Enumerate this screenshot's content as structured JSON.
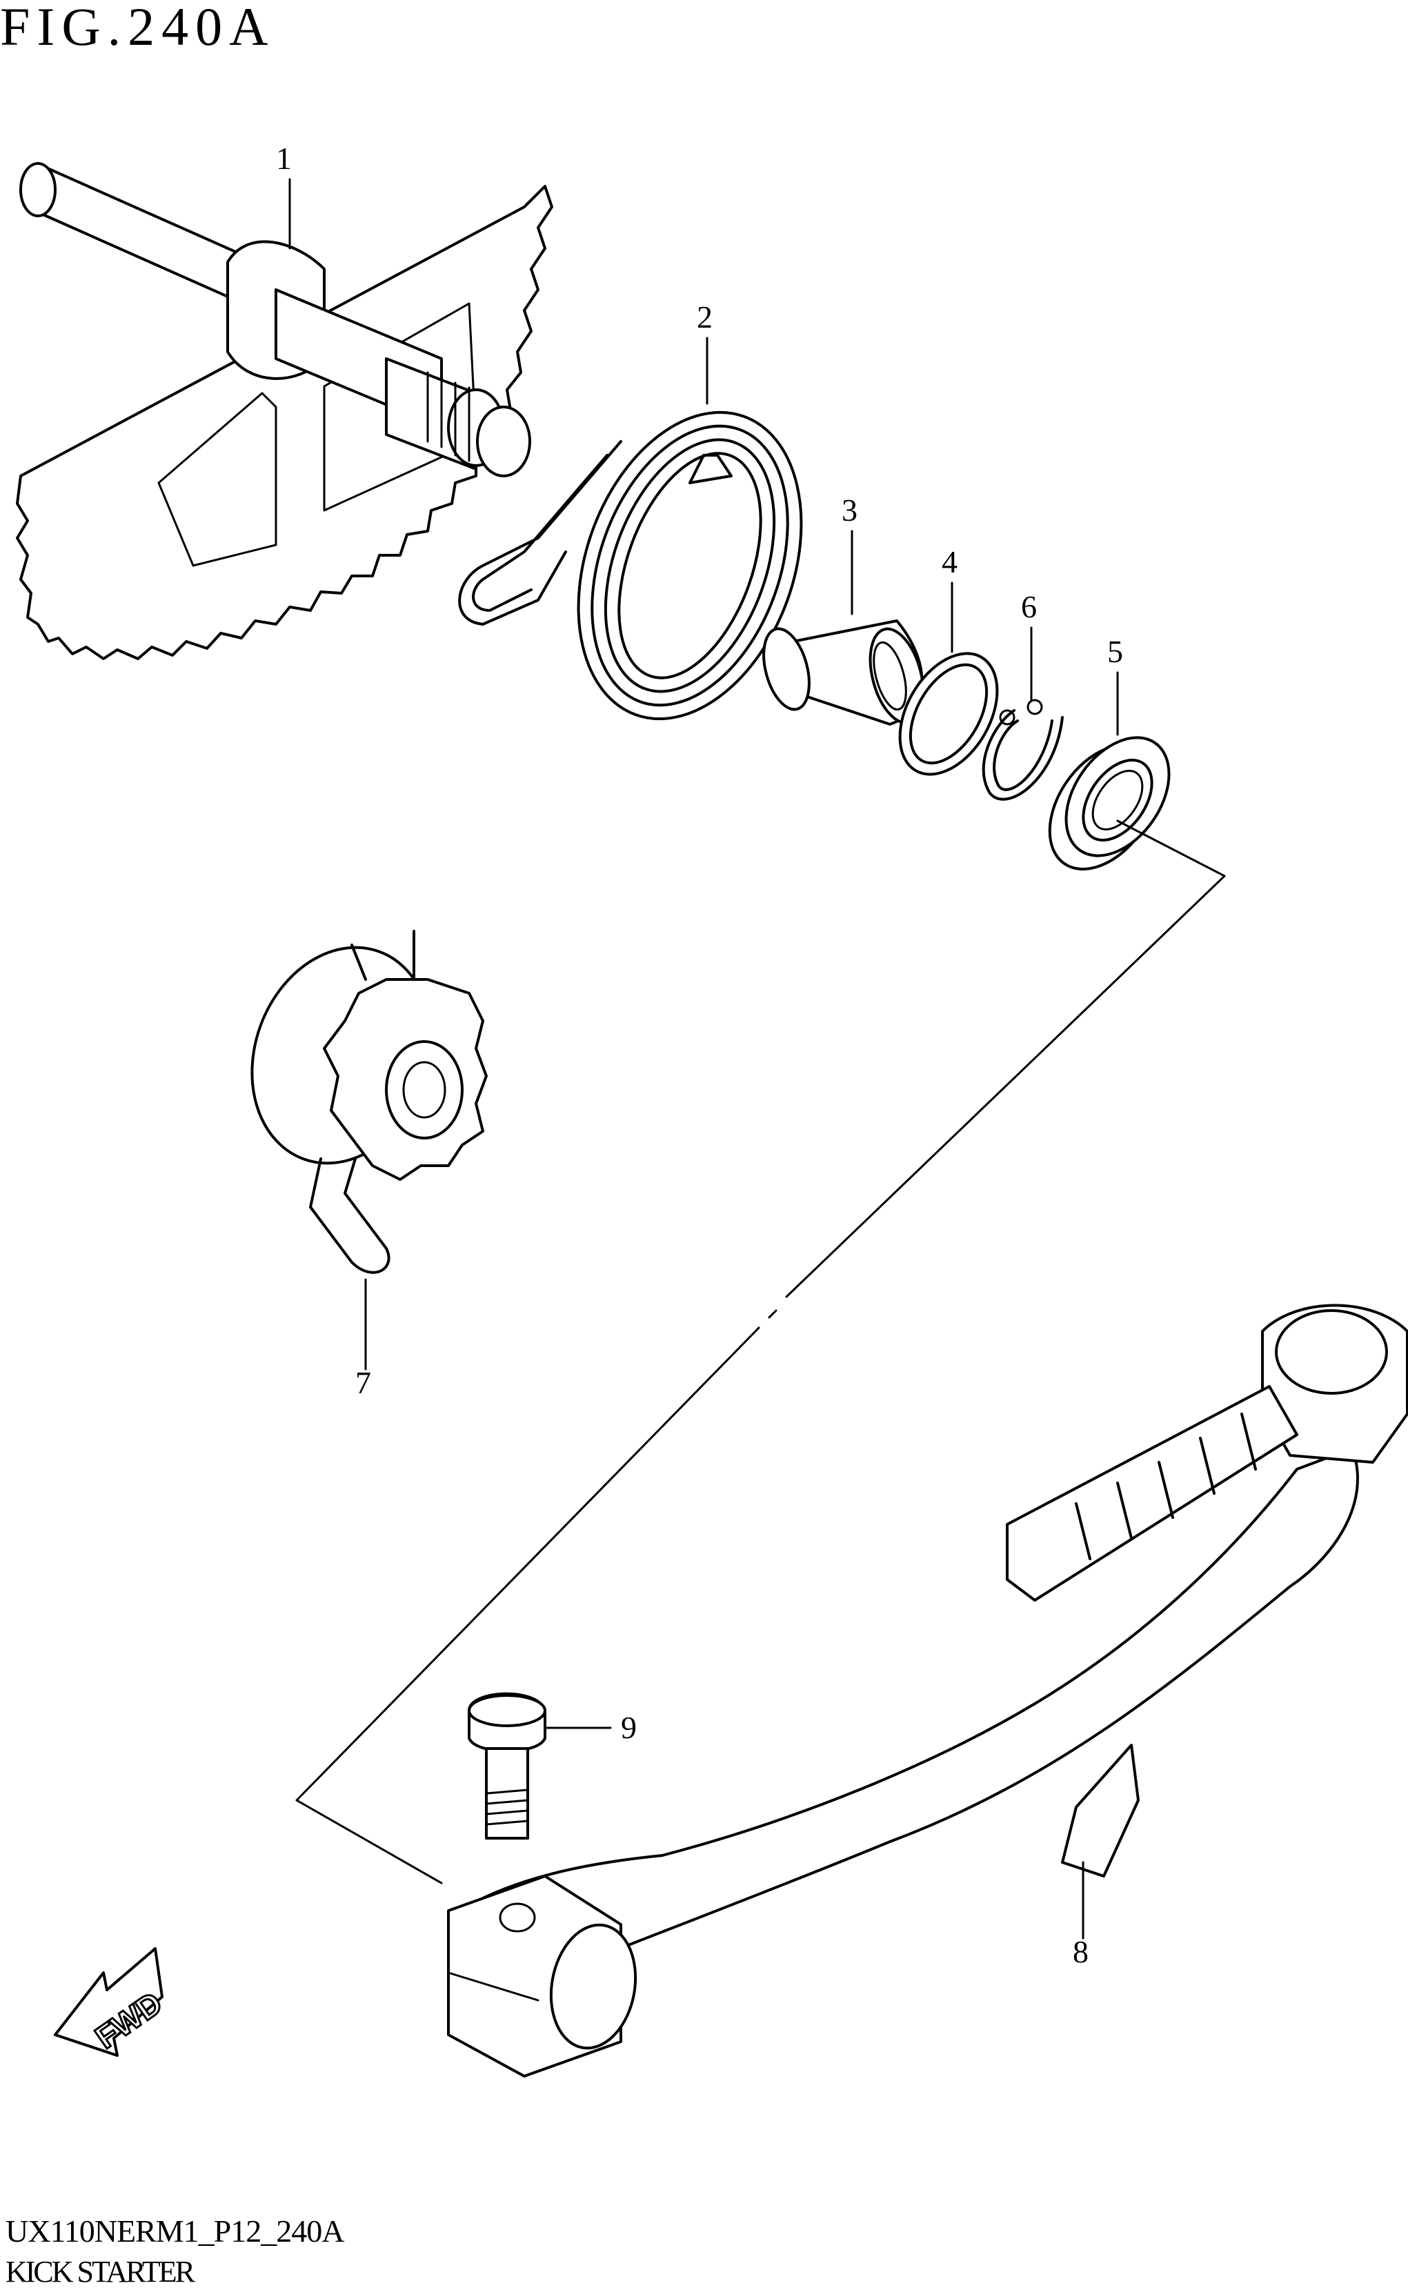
{
  "figure": {
    "title": "FIG.240A",
    "code": "UX110NERM1_P12_240A",
    "name": "KICK STARTER"
  },
  "callouts": [
    {
      "id": "1",
      "label": "1"
    },
    {
      "id": "2",
      "label": "2"
    },
    {
      "id": "3",
      "label": "3"
    },
    {
      "id": "4",
      "label": "4"
    },
    {
      "id": "5",
      "label": "5"
    },
    {
      "id": "6",
      "label": "6"
    },
    {
      "id": "7",
      "label": "7"
    },
    {
      "id": "8",
      "label": "8"
    },
    {
      "id": "9",
      "label": "9"
    }
  ],
  "direction_arrow": {
    "label": "FWD",
    "icon": "fwd-arrow-icon"
  }
}
